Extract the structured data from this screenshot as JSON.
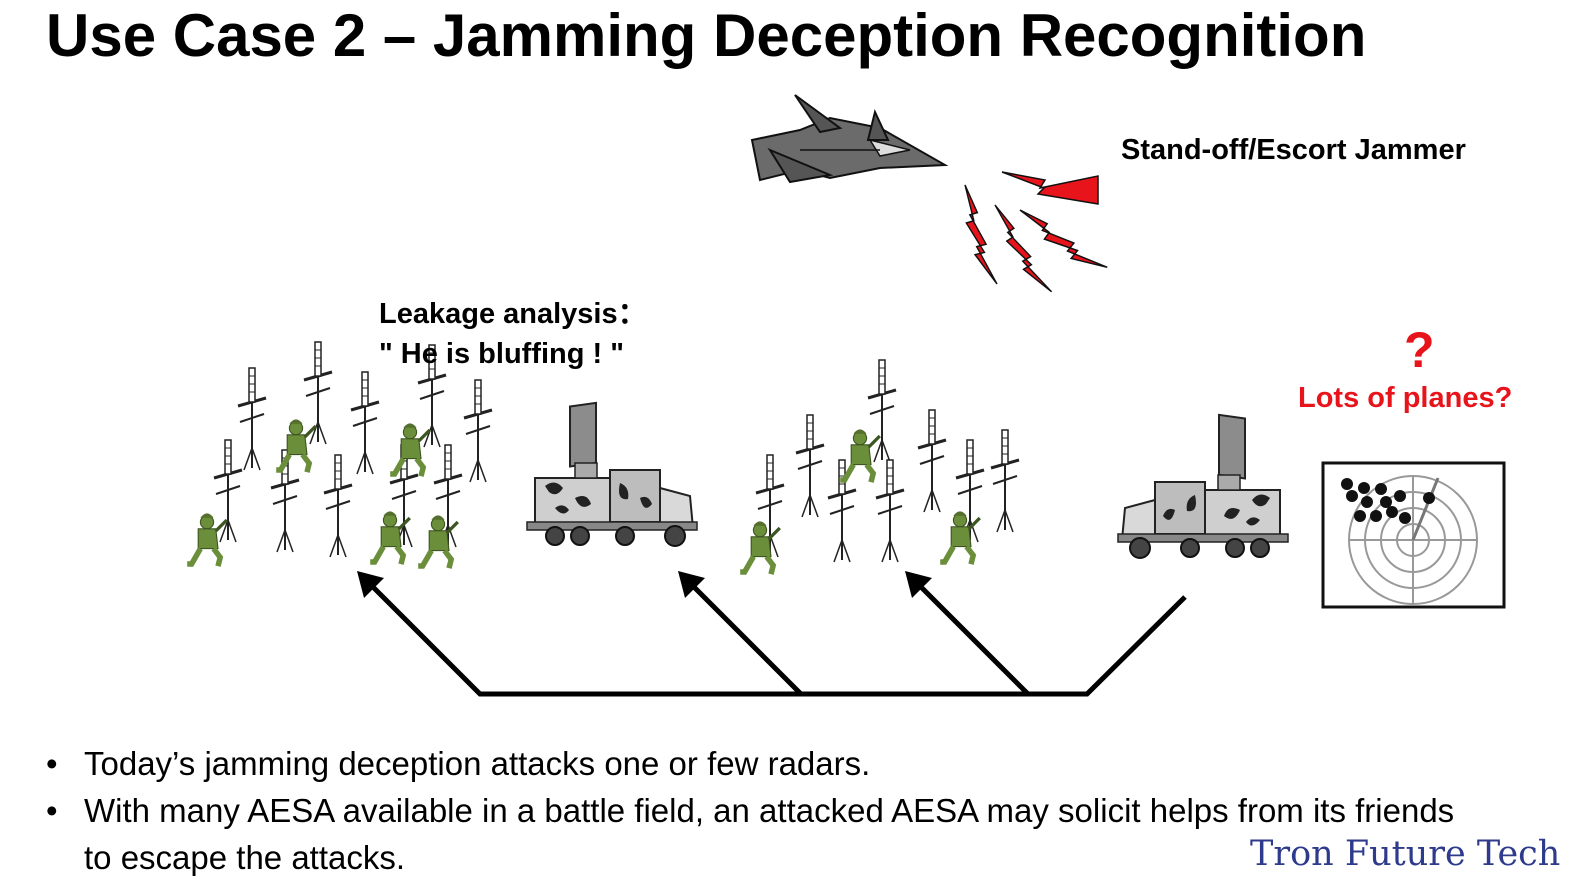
{
  "slide": {
    "title": "Use Case  2 – Jamming Deception Recognition"
  },
  "labels": {
    "jammer": "Stand-off/Escort Jammer",
    "leakage_line1": "Leakage analysis：",
    "leakage_line2": "\" He is bluffing ! \"",
    "question": "?",
    "lots_of_planes": "Lots of planes?"
  },
  "bullets": [
    "Today’s jamming deception attacks one or few radars.",
    "With many AESA available in a battle field,  an attacked AESA may solicit helps from its friends to escape the attacks."
  ],
  "bullet_symbol": "•",
  "watermark": "Tron Future Tech",
  "colors": {
    "jamming_signal": "#e8141c",
    "soldier": "#6b8e3a",
    "arrow": "#000000",
    "watermark": "#2e3a8c"
  }
}
